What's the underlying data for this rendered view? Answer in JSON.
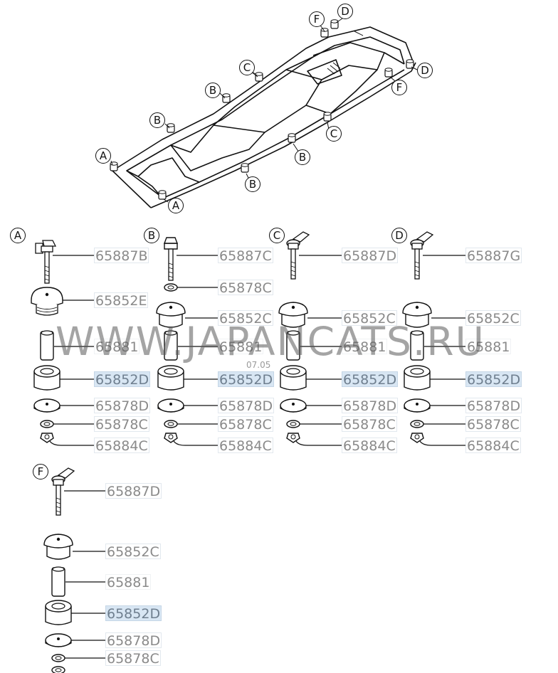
{
  "frame_callouts": {
    "f_top": "F",
    "d_top": "D",
    "d_right": "D",
    "f_right": "F",
    "c_top": "C",
    "b_top": "B",
    "b_left": "B",
    "c_right": "C",
    "b_right": "B",
    "a_left": "A",
    "b_bottom": "B",
    "a_bottom": "A"
  },
  "groups": [
    {
      "mark": "A",
      "parts": [
        "65887B",
        "65852E",
        "65881",
        "65852D",
        "65878D",
        "65878C",
        "65884C"
      ]
    },
    {
      "mark": "B",
      "parts": [
        "65887C",
        "65878C",
        "65852C",
        "65881",
        "65852D",
        "65878D",
        "65878C",
        "65884C"
      ]
    },
    {
      "mark": "C",
      "parts": [
        "65887D",
        "65852C",
        "65881",
        "65852D",
        "65878D",
        "65878C",
        "65884C"
      ]
    },
    {
      "mark": "D",
      "parts": [
        "65887G",
        "65852C",
        "65881",
        "65852D",
        "65878D",
        "65878C",
        "65884C"
      ]
    },
    {
      "mark": "F",
      "parts": [
        "65887D",
        "65852C",
        "65881",
        "65852D",
        "65878D",
        "65878C"
      ]
    }
  ],
  "watermark": "WWW.JAPANCATS.RU",
  "watermark_small": "07.05"
}
